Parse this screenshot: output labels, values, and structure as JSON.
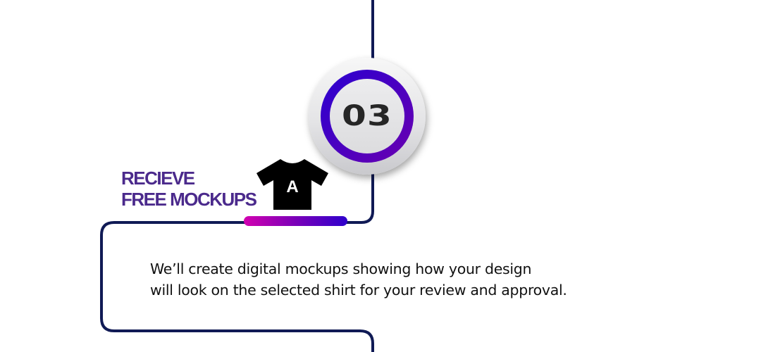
{
  "step": {
    "number": "03",
    "title_line1": "RECIEVE",
    "title_line2": "FREE MOCKUPS",
    "icon": "tshirt-icon",
    "shirt_letter": "A",
    "description_line1": "We’ll create digital mockups showing how your design",
    "description_line2": "will look on the selected shirt for your review and approval."
  },
  "colors": {
    "line": "#101a55",
    "title": "#4b2a8c",
    "ring_start": "#2a00d0",
    "ring_end": "#6a00b0",
    "bar_start": "#d200b0",
    "bar_end": "#2e00cc"
  }
}
